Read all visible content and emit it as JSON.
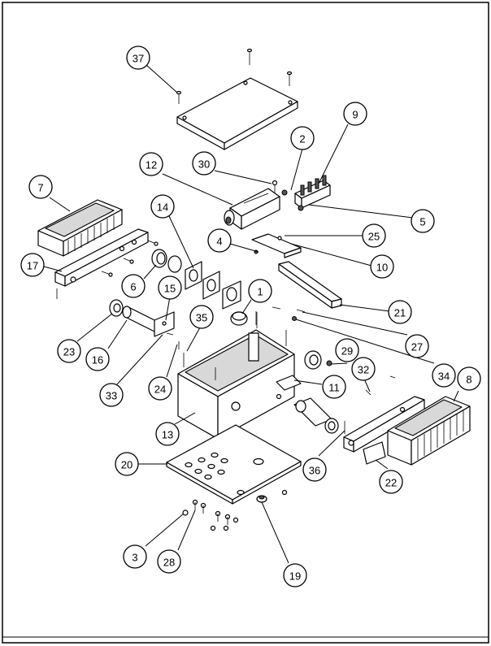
{
  "diagram": {
    "callouts": [
      "37",
      "2",
      "9",
      "30",
      "12",
      "7",
      "5",
      "25",
      "4",
      "14",
      "17",
      "10",
      "6",
      "15",
      "1",
      "21",
      "23",
      "35",
      "27",
      "16",
      "29",
      "34",
      "33",
      "24",
      "32",
      "11",
      "8",
      "13",
      "20",
      "36",
      "22",
      "3",
      "28",
      "19"
    ]
  }
}
